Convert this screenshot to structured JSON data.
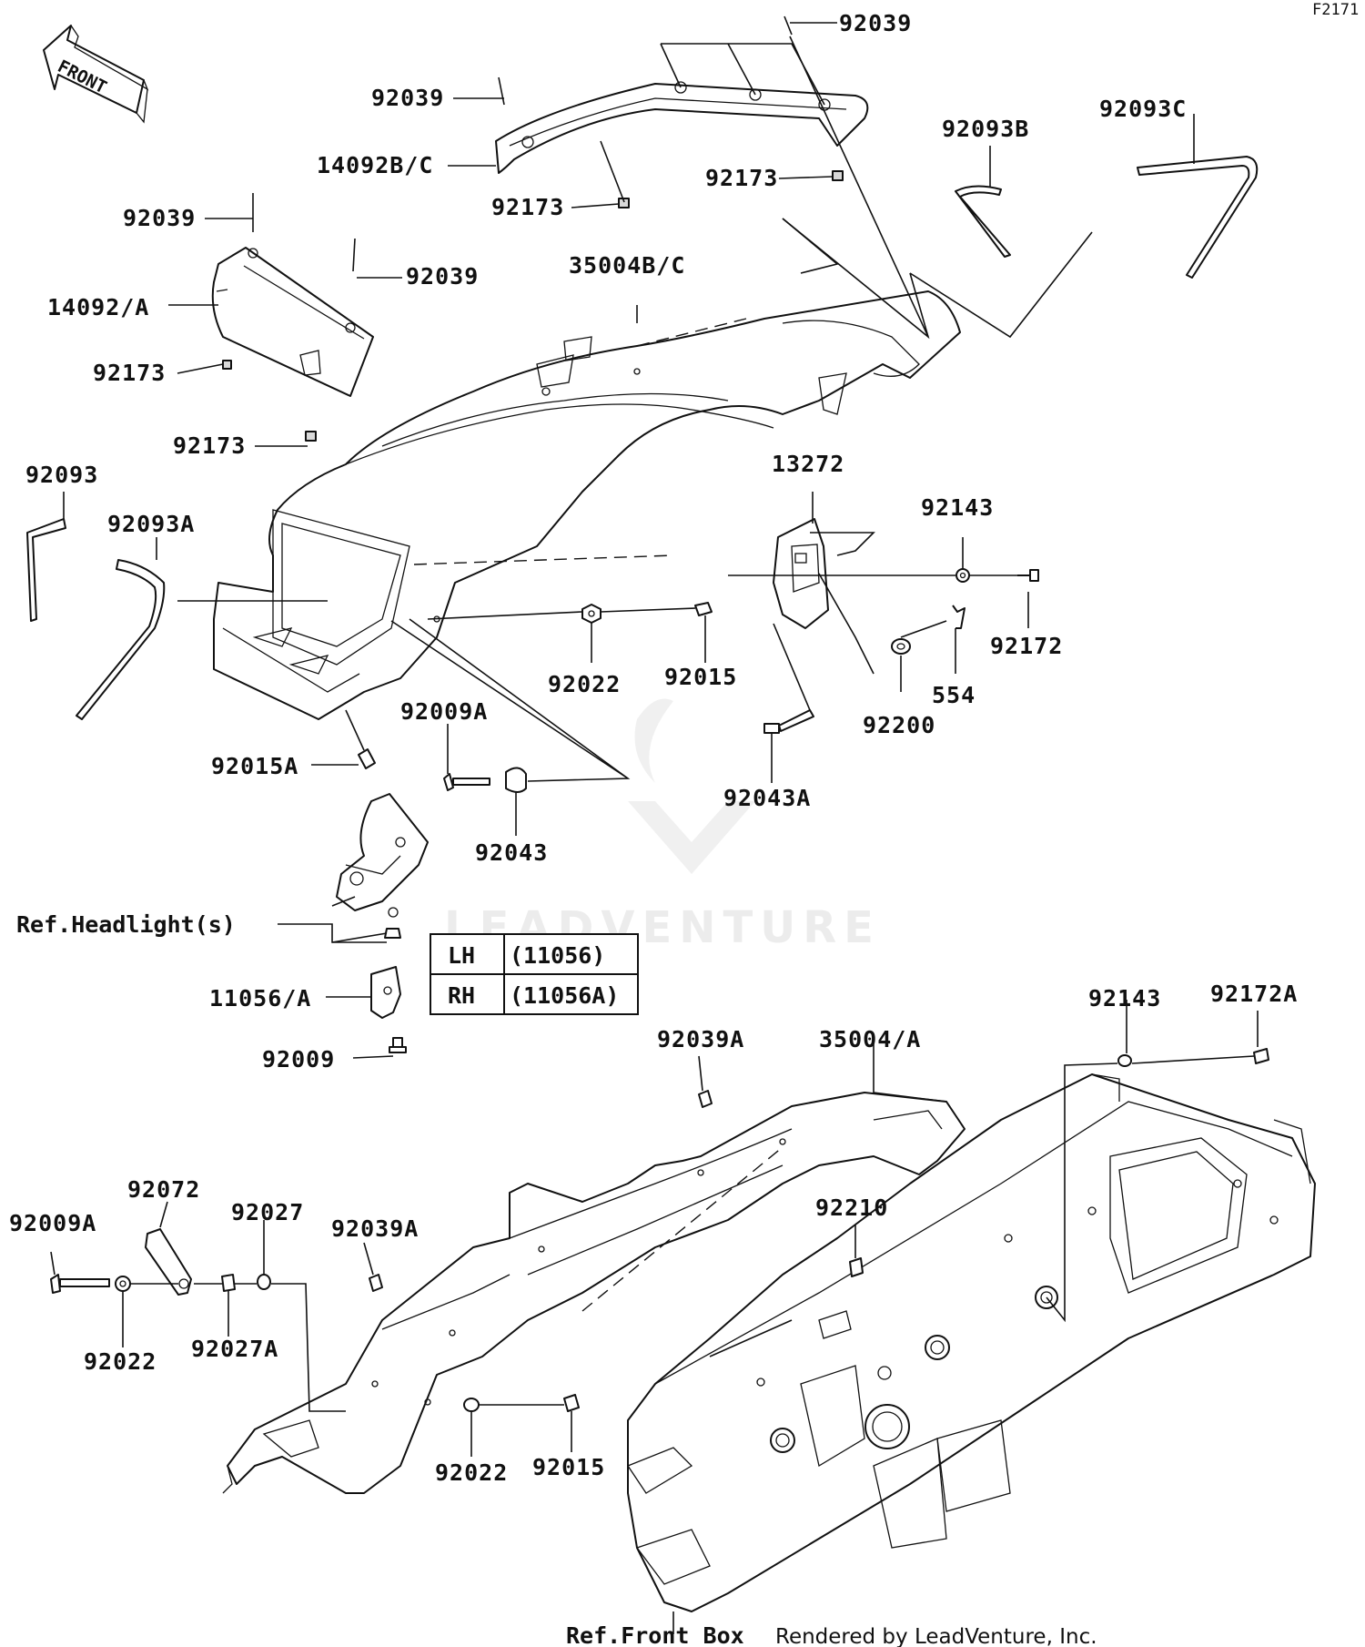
{
  "diagram_code": "F2171",
  "front_arrow_label": "FRONT",
  "parts": {
    "p92039_top": "92039",
    "p92039_b": "92039",
    "p14092bc": "14092B/C",
    "p92173_a": "92173",
    "p92173_b": "92173",
    "p92093b": "92093B",
    "p92093c": "92093C",
    "p92039_c": "92039",
    "p92039_d": "92039",
    "p35004bc": "35004B/C",
    "p14092a": "14092/A",
    "p92173_c": "92173",
    "p92173_d": "92173",
    "p92093": "92093",
    "p92093a": "92093A",
    "p13272": "13272",
    "p92143_a": "92143",
    "p92172": "92172",
    "p554": "554",
    "p92200": "92200",
    "p92022_a": "92022",
    "p92015_a": "92015",
    "p92043a": "92043A",
    "p92015a": "92015A",
    "p92009a_a": "92009A",
    "p92043": "92043",
    "p11056a": "11056/A",
    "p92009": "92009",
    "p92143_b": "92143",
    "p92172a": "92172A",
    "p92039a_a": "92039A",
    "p35004a": "35004/A",
    "p92072": "92072",
    "p92027": "92027",
    "p92009a_b": "92009A",
    "p92039a_b": "92039A",
    "p92210": "92210",
    "p92022_b": "92022",
    "p92027a": "92027A",
    "p92022_c": "92022",
    "p92015_b": "92015"
  },
  "refs": {
    "headlight": "Ref.Headlight(s)",
    "front_box": "Ref.Front Box"
  },
  "side_table": {
    "rows": [
      {
        "side": "LH",
        "part": "(11056)"
      },
      {
        "side": "RH",
        "part": "(11056A)"
      }
    ]
  },
  "watermark": "LEADVENTURE",
  "credit": "Rendered by LeadVenture, Inc."
}
